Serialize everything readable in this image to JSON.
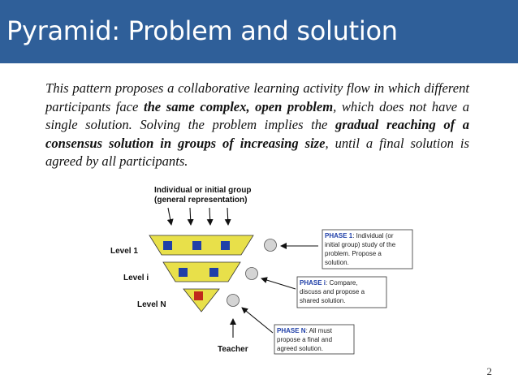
{
  "slide": {
    "title": "Pyramid: Problem and solution",
    "page_number": "2"
  },
  "intro": {
    "t1": "This pattern proposes a collaborative learning activity flow in which different participants face ",
    "b1": "the same complex, open problem",
    "t2": ", which does not have a single solution. Solving the problem implies the ",
    "b2": "gradual reaching of a consensus solution in groups of increasing size",
    "t3": ", until a final solution is agreed by all participants."
  },
  "diagram": {
    "top_label_line1": "Individual or initial group",
    "top_label_line2": "(general representation)",
    "level_1": "Level 1",
    "level_i": "Level i",
    "level_n": "Level N",
    "teacher": "Teacher",
    "phase1": {
      "head": "PHASE 1",
      "line1_rest": ": Individual (or",
      "line2": "initial group) study of the",
      "line3": "problem. Propose a",
      "line4": "solution."
    },
    "phasei": {
      "head": "PHASE i",
      "line1_rest": ": Compare,",
      "line2": "discuss and propose a",
      "line3": "shared solution."
    },
    "phasen": {
      "head": "PHASE N",
      "line1_rest": ": All must",
      "line2": "propose a final and",
      "line3": "agreed solution."
    },
    "colors": {
      "pyramid_fill": "#e8e04a",
      "blue_square": "#1f3fa8",
      "red_square": "#c0281c",
      "phase_head": "#1f3fa8",
      "circle": "#d4d4d4"
    }
  }
}
